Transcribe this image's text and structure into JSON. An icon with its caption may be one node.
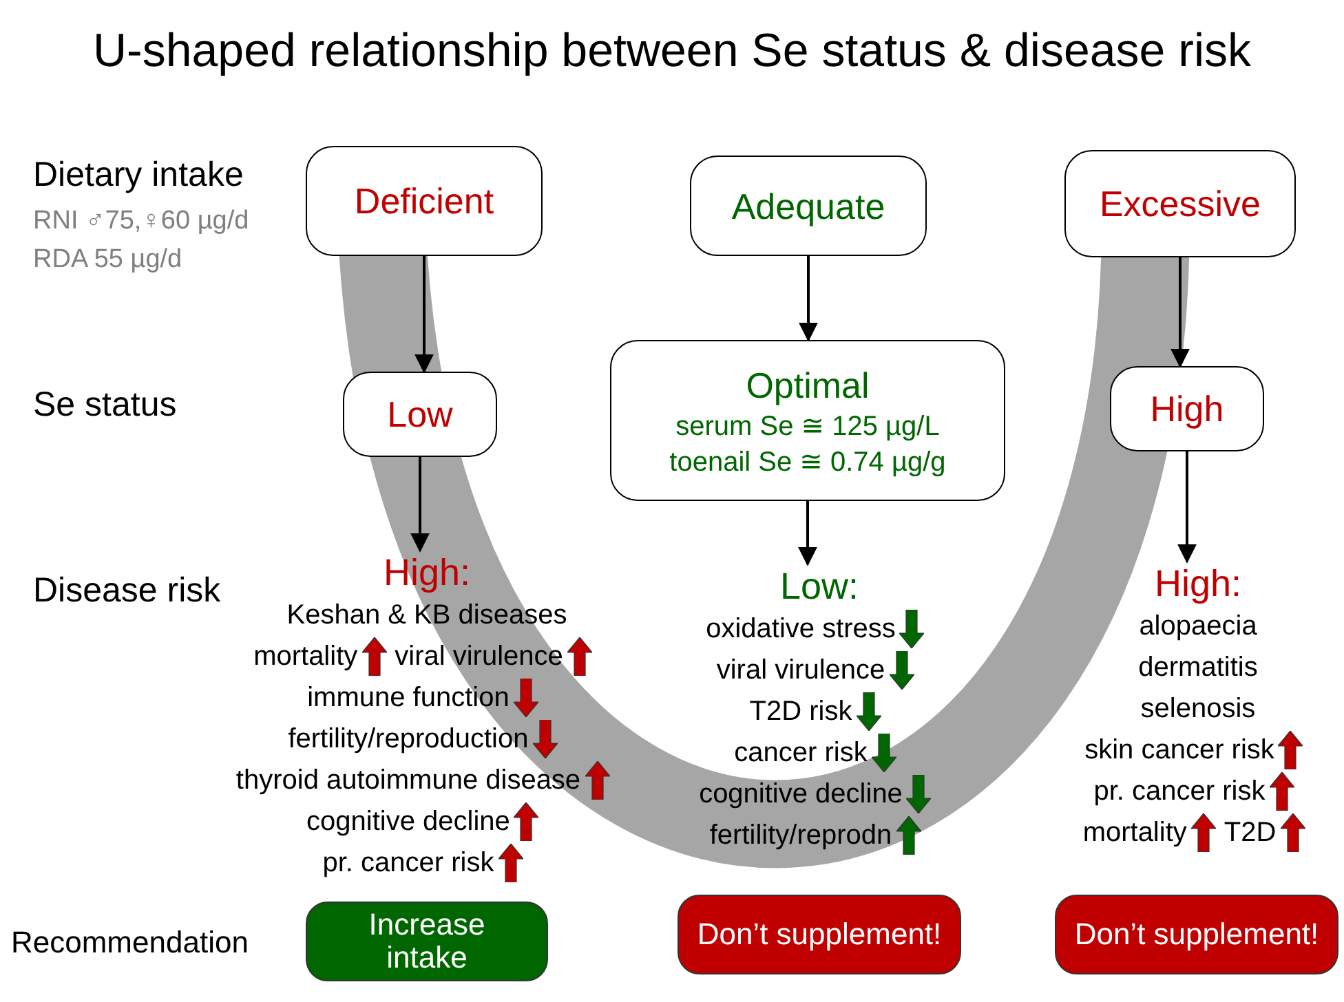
{
  "diagram": {
    "title": "U-shaped relationship between Se status & disease risk",
    "nodes": [
      {
        "text": [
          "Deficient"
        ]
      },
      {
        "text": [
          "Adequate"
        ]
      },
      {
        "text": [
          "Excessive"
        ]
      },
      {
        "text": [
          "Low"
        ]
      },
      {
        "text": [
          "Optimal",
          "serum Se ≅ 125 µg/L",
          "toenail Se ≅ 0.74 µg/g"
        ]
      },
      {
        "text": [
          "High"
        ]
      },
      {
        "text": [
          "High:"
        ],
        "beside": [
          "Keshan & KB diseases",
          "mortality",
          "viral virulence",
          "immune function",
          "fertility/reproduction",
          "thyroid autoimmune disease",
          "cognitive decline",
          "pr. cancer risk"
        ]
      },
      {
        "text": [
          "Low:"
        ],
        "beside": [
          "oxidative stress",
          "viral virulence",
          "T2D risk",
          "cancer risk",
          "cognitive decline",
          "fertility/reprodn"
        ]
      },
      {
        "text": [
          "High:"
        ],
        "beside": [
          "alopaecia",
          "dermatitis",
          "selenosis",
          "skin cancer risk",
          "pr. cancer risk",
          "mortality",
          "T2D"
        ]
      },
      {
        "text": [
          "Increase intake"
        ]
      },
      {
        "text": [
          "Don’t supplement!"
        ]
      },
      {
        "text": [
          "Don’t supplement!"
        ]
      }
    ],
    "edges": [
      {
        "from": 0,
        "to": 3,
        "arrow": "to"
      },
      {
        "from": 3,
        "to": 6,
        "arrow": "to"
      },
      {
        "from": 1,
        "to": 4,
        "arrow": "to"
      },
      {
        "from": 4,
        "to": 7,
        "arrow": "to"
      },
      {
        "from": 2,
        "to": 5,
        "arrow": "to"
      },
      {
        "from": 5,
        "to": 8,
        "arrow": "to"
      }
    ],
    "labels": [
      "Dietary intake",
      "RNI ♂75,♀60 µg/d",
      "RDA 55 µg/d",
      "Se status",
      "Disease risk",
      "Recommendation"
    ]
  }
}
